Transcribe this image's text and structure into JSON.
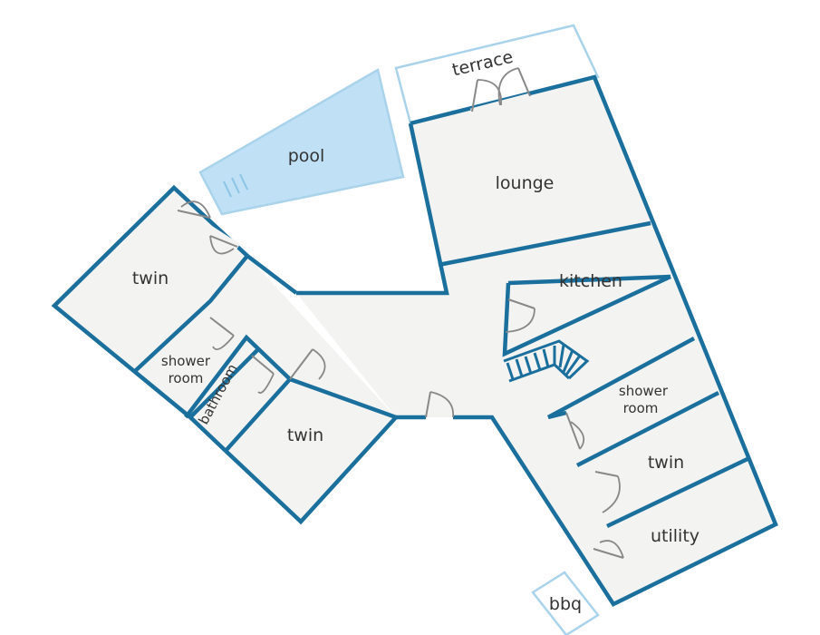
{
  "colors": {
    "wall": "#1a6f9c",
    "floor": "#f3f4f2",
    "pool_fill": "#bfe0f5",
    "outdoor_outline": "#a9d3ea",
    "door": "#888888",
    "text": "#333333"
  },
  "rooms": {
    "terrace": "terrace",
    "pool": "pool",
    "lounge": "lounge",
    "kitchen": "kitchen",
    "twin_west": "twin",
    "shower_room_west_line1": "shower",
    "shower_room_west_line2": "room",
    "bathroom": "bathroom",
    "twin_south": "twin",
    "shower_room_east_line1": "shower",
    "shower_room_east_line2": "room",
    "twin_east": "twin",
    "utility": "utility",
    "bbq": "bbq"
  }
}
